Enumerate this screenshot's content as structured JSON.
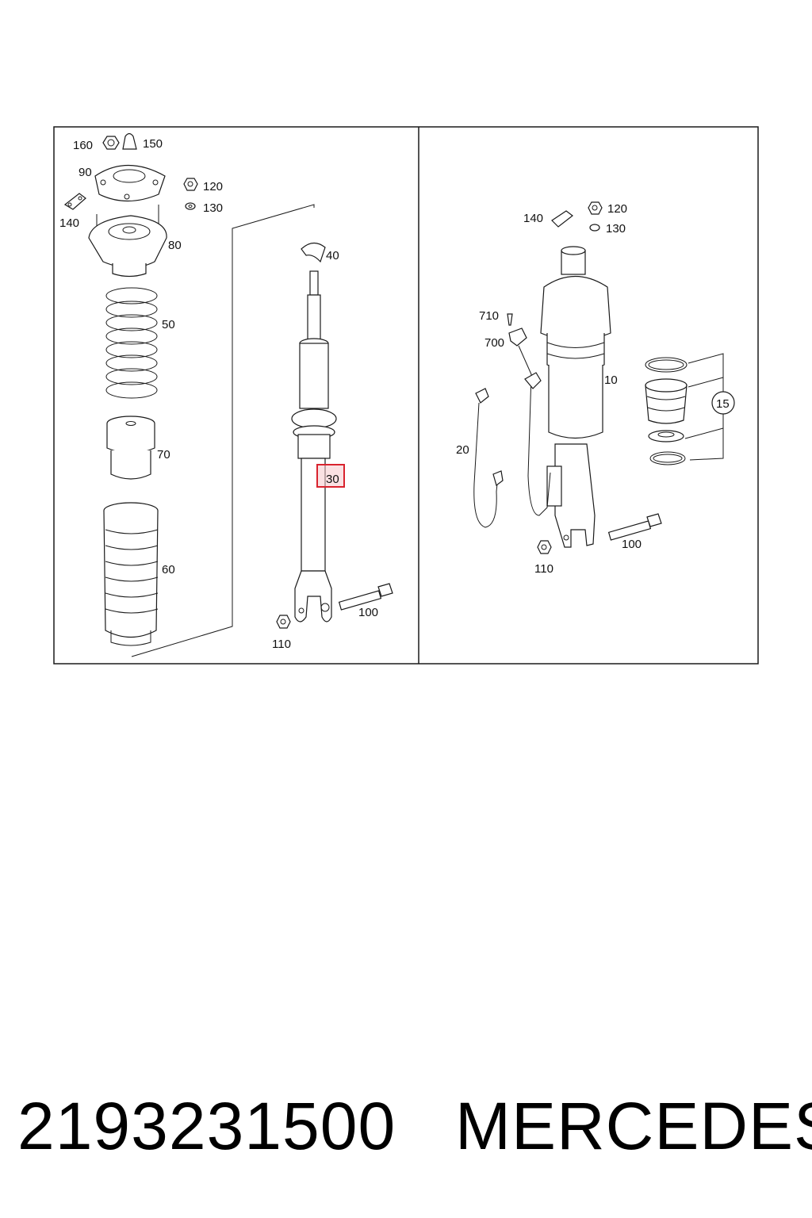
{
  "diagram": {
    "left_panel": {
      "callouts": [
        "160",
        "150",
        "90",
        "120",
        "130",
        "140",
        "80",
        "50",
        "70",
        "60",
        "40",
        "30",
        "100",
        "110"
      ],
      "highlighted": "30"
    },
    "right_panel": {
      "callouts": [
        "140",
        "120",
        "130",
        "710",
        "700",
        "10",
        "15",
        "20",
        "100",
        "110"
      ]
    },
    "highlight_color": "#d9232e"
  },
  "footer": {
    "part_number": "2193231500",
    "brand": "MERCEDES"
  }
}
